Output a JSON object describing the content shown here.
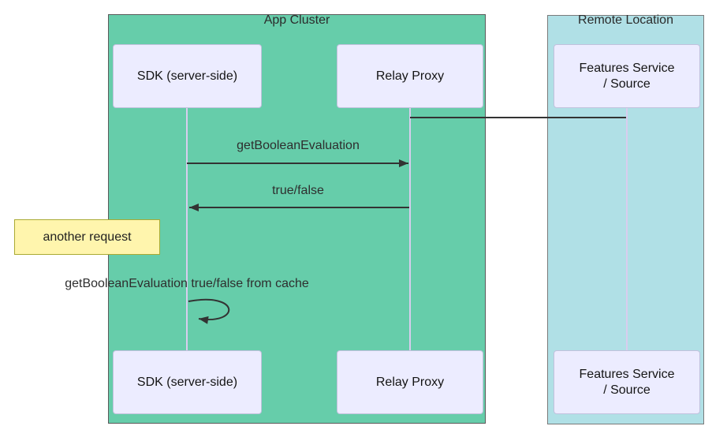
{
  "diagram": {
    "type": "sequence",
    "groups": [
      {
        "label": "App Cluster",
        "bg": "#66CDAA"
      },
      {
        "label": "Remote Location",
        "bg": "#B0E0E6"
      }
    ],
    "actors": [
      {
        "id": "sdk",
        "label": "SDK (server-side)",
        "group": "App Cluster"
      },
      {
        "id": "relay",
        "label": "Relay Proxy",
        "group": "App Cluster"
      },
      {
        "id": "features",
        "label_line1": "Features Service",
        "label_line2": "/ Source",
        "group": "Remote Location"
      }
    ],
    "messages": [
      {
        "from": "relay",
        "to": "features",
        "label": "",
        "style": "plain-line"
      },
      {
        "from": "sdk",
        "to": "relay",
        "label": "getBooleanEvaluation",
        "style": "solid-arrow"
      },
      {
        "from": "relay",
        "to": "sdk",
        "label": "true/false",
        "style": "solid-arrow"
      },
      {
        "from": "sdk",
        "to": "sdk",
        "label": "getBooleanEvaluation true/false from cache",
        "style": "self-loop"
      }
    ],
    "note": {
      "text": "another request",
      "position": "left-of-sdk"
    }
  },
  "colors": {
    "app_cluster_bg": "#66CDAA",
    "remote_location_bg": "#B0E0E6",
    "actor_bg": "#ECECFF",
    "actor_border": "#C1C1DD",
    "note_bg": "#FFF5AD",
    "note_border": "#AAAA33",
    "message_line": "#333333",
    "lifeline": "#D8CDEE"
  }
}
